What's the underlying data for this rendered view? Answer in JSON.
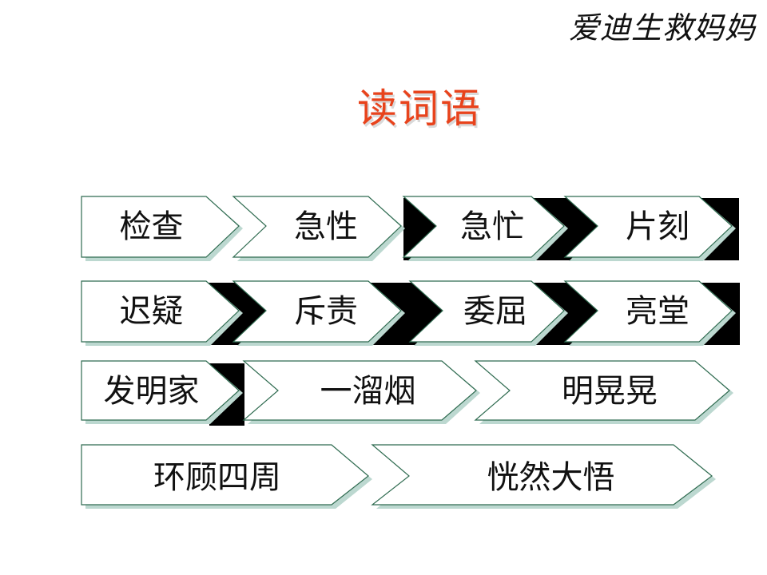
{
  "header": {
    "corner_title": "爱迪生救妈妈",
    "title": "读词语"
  },
  "rows": [
    {
      "words": [
        "检查",
        "急性",
        "急忙",
        "片刻"
      ]
    },
    {
      "words": [
        "迟疑",
        "斥责",
        "委屈",
        "亮堂"
      ]
    },
    {
      "words": [
        "发明家",
        "一溜烟",
        "明晃晃"
      ]
    },
    {
      "words": [
        "环顾四周",
        "恍然大悟"
      ]
    }
  ],
  "colors": {
    "title": "#e8431c",
    "chevron_border": "#2f6b50",
    "chevron_shadow": "#bcd8d0",
    "text": "#111111"
  }
}
